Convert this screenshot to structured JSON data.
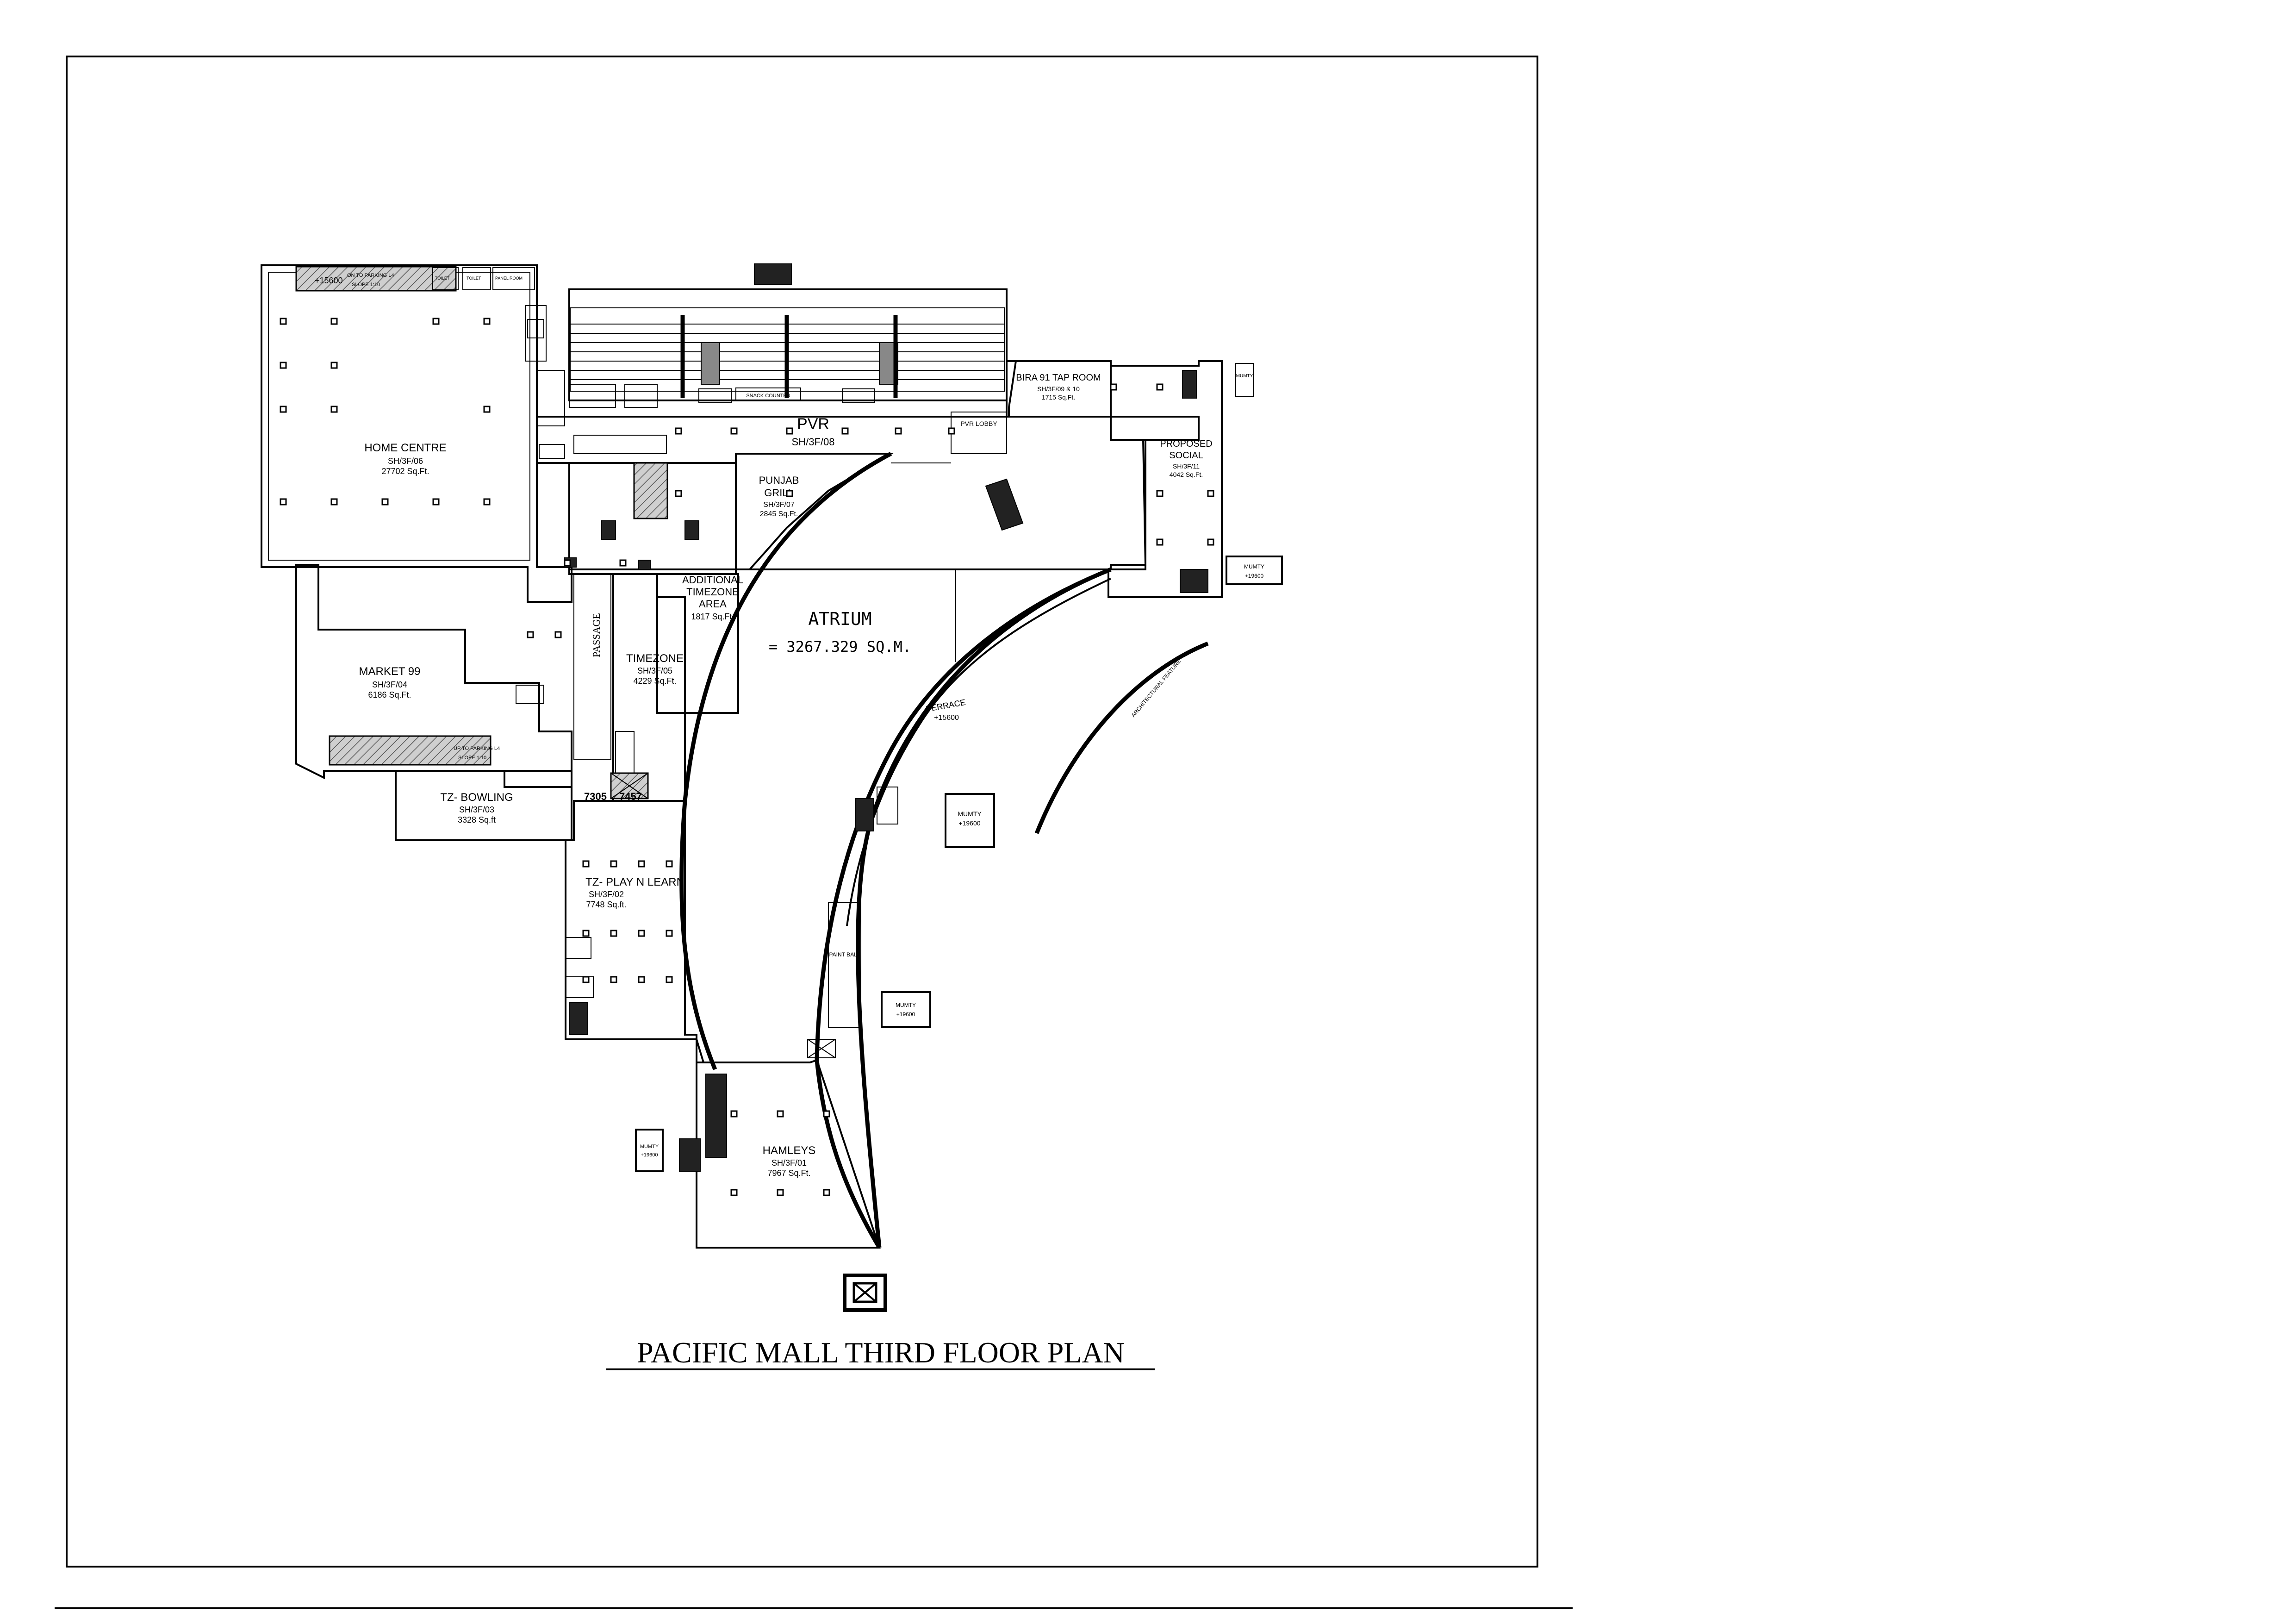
{
  "title": "PACIFIC MALL THIRD FLOOR PLAN",
  "rooms": {
    "home_centre": {
      "name": "HOME CENTRE",
      "code": "SH/3F/06",
      "area": "27702 Sq.Ft."
    },
    "pvr": {
      "name": "PVR",
      "code": "SH/3F/08"
    },
    "bira": {
      "name": "BIRA 91 TAP ROOM",
      "code": "SH/3F/09 & 10",
      "area": "1715 Sq.Ft."
    },
    "proposed_social": {
      "name_line1": "PROPOSED",
      "name_line2": "SOCIAL",
      "code": "SH/3F/11",
      "area": "4042 Sq.Ft."
    },
    "punjab_grill": {
      "name_line1": "PUNJAB",
      "name_line2": "GRILL",
      "code": "SH/3F/07",
      "area": "2845 Sq.Ft."
    },
    "additional_timezone": {
      "name_line1": "ADDITIONAL",
      "name_line2": "TIMEZONE",
      "name_line3": "AREA",
      "area": "1817 Sq.Ft."
    },
    "timezone": {
      "name": "TIMEZONE",
      "code": "SH/3F/05",
      "area": "4229 Sq.Ft."
    },
    "market99": {
      "name": "MARKET 99",
      "code": "SH/3F/04",
      "area": "6186 Sq.Ft."
    },
    "tz_bowling": {
      "name": "TZ- BOWLING",
      "code": "SH/3F/03",
      "area": "3328 Sq.ft"
    },
    "tz_play": {
      "name": "TZ- PLAY N LEARN",
      "code": "SH/3F/02",
      "area": "7748 Sq.ft."
    },
    "hamleys": {
      "name": "HAMLEYS",
      "code": "SH/3F/01",
      "area": "7967 Sq.Ft."
    },
    "atrium": {
      "name": "ATRIUM",
      "area": "= 3267.329 SQ.M."
    },
    "terrace": {
      "name": "TERRACE",
      "level": "+15600"
    }
  },
  "labels": {
    "passage": "PASSAGE",
    "pvr_lobby": "PVR LOBBY",
    "snack_counter": "SNACK COUNTER",
    "mumty": "MUMTY",
    "mumty_level": "+19600",
    "level_15600": "+15600",
    "on_to_parking": "ON TO PARKING L4",
    "up_to_parking": "UP TO PARKING L4",
    "slope": "SLOPE 1:10",
    "toilet": "TOILET",
    "panel_room": "PANEL ROOM",
    "architectural_feature": "ARCHITECTURAL FEATURE",
    "paint_ball": "PAINT BALL",
    "dim_7305": "7305",
    "dim_7457": "7457"
  }
}
